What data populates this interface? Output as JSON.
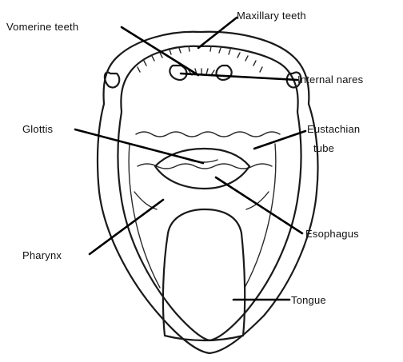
{
  "diagram": {
    "labels": {
      "vomerine_teeth": "Vomerine teeth",
      "maxillary_teeth": "Maxillary teeth",
      "internal_nares": "Internal nares",
      "glottis": "Glottis",
      "eustachian_tube_line1": "Eustachian",
      "eustachian_tube_line2": "tube",
      "pharynx": "Pharynx",
      "esophagus": "Esophagus",
      "tongue": "Tongue"
    }
  }
}
